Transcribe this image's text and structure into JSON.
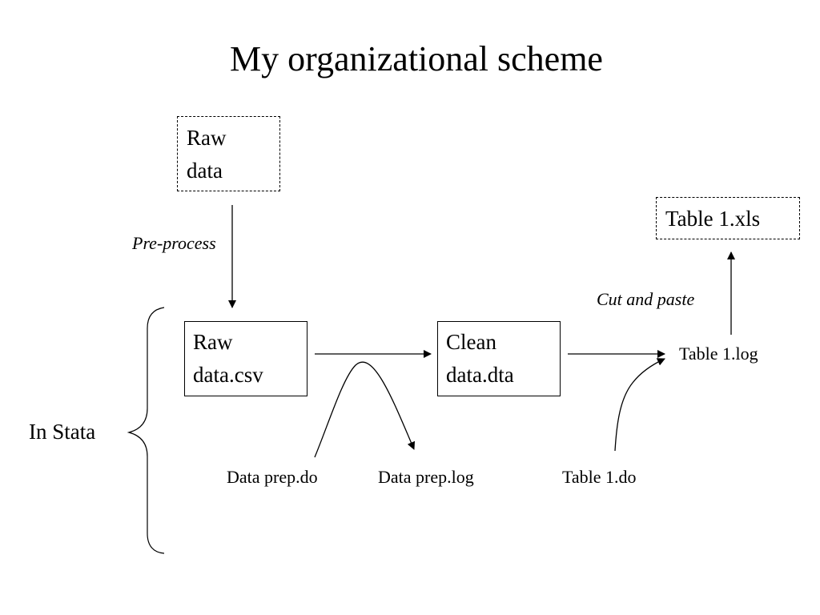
{
  "title": "My organizational scheme",
  "nodes": {
    "raw_data": {
      "lines": [
        "Raw",
        "data"
      ]
    },
    "table_xls": {
      "lines": [
        "Table 1.xls"
      ]
    },
    "raw_csv": {
      "lines": [
        "Raw",
        "data.csv"
      ]
    },
    "clean_dta": {
      "lines": [
        "Clean",
        "data.dta"
      ]
    }
  },
  "labels": {
    "pre_process": "Pre-process",
    "cut_and_paste": "Cut and paste",
    "table_log": "Table 1.log",
    "in_stata": "In Stata",
    "data_prep_do": "Data prep.do",
    "data_prep_log": "Data prep.log",
    "table_do": "Table 1.do"
  },
  "colors": {
    "ink": "#000000",
    "background": "#ffffff"
  }
}
